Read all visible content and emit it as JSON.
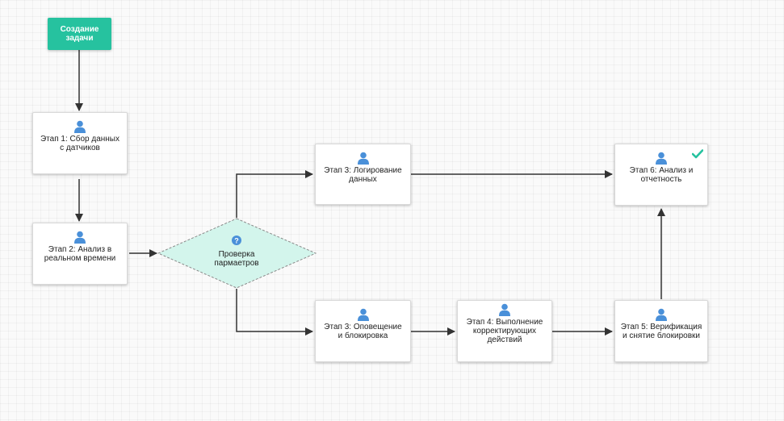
{
  "colors": {
    "start_fill": "#26c29f",
    "gateway_fill": "#d3f5ec",
    "user_icon": "#4a90d9",
    "check": "#26c29f",
    "help_icon": "#4a90d9",
    "edge": "#333333"
  },
  "nodes": {
    "start": "Создание\nзадачи",
    "step1": "Этап 1: Сбор данных\nс датчиков",
    "step2": "Этап 2: Анализ в\nреальном времени",
    "gateway": "Проверка\nпармаетров",
    "step3a": "Этап 3: Логирование\nданных",
    "step3b": "Этап 3: Оповещение\nи блокировка",
    "step4": "Этап 4: Выполнение\nкорректирующих\nдействий",
    "step5": "Этап 5: Верификация\nи снятие блокировки",
    "step6": "Этап 6: Анализ и\nотчетность"
  },
  "icons": {
    "task": "user-icon",
    "gateway": "question-icon",
    "done": "checkmark-icon"
  }
}
